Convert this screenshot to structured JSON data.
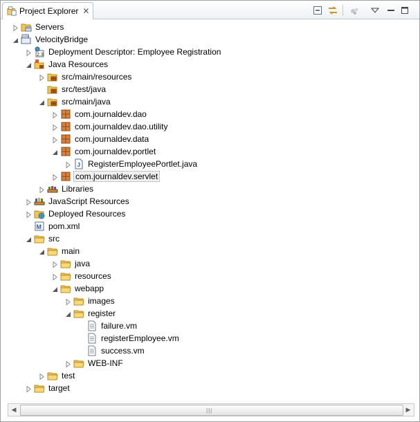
{
  "view": {
    "tab_label": "Project Explorer",
    "toolbar": {
      "collapse_icon": "collapse-all-icon",
      "link_icon": "link-with-editor-icon",
      "menu_icon": "view-menu-icon",
      "minimize_icon": "minimize-icon",
      "maximize_icon": "maximize-icon"
    }
  },
  "tree": [
    {
      "label": "Servers",
      "icon": "server-folder",
      "depth": 0,
      "state": "collapsed"
    },
    {
      "label": "VelocityBridge",
      "icon": "web-project",
      "depth": 0,
      "state": "expanded"
    },
    {
      "label": "Deployment Descriptor: Employee Registration",
      "icon": "deployment-descriptor",
      "depth": 1,
      "state": "collapsed"
    },
    {
      "label": "Java Resources",
      "icon": "java-resources",
      "depth": 1,
      "state": "expanded"
    },
    {
      "label": "src/main/resources",
      "icon": "source-folder",
      "depth": 2,
      "state": "collapsed"
    },
    {
      "label": "src/test/java",
      "icon": "source-folder",
      "depth": 2,
      "state": "none"
    },
    {
      "label": "src/main/java",
      "icon": "source-folder",
      "depth": 2,
      "state": "expanded"
    },
    {
      "label": "com.journaldev.dao",
      "icon": "package",
      "depth": 3,
      "state": "collapsed"
    },
    {
      "label": "com.journaldev.dao.utility",
      "icon": "package",
      "depth": 3,
      "state": "collapsed"
    },
    {
      "label": "com.journaldev.data",
      "icon": "package",
      "depth": 3,
      "state": "collapsed"
    },
    {
      "label": "com.journaldev.portlet",
      "icon": "package",
      "depth": 3,
      "state": "expanded"
    },
    {
      "label": "RegisterEmployeePortlet.java",
      "icon": "java-file",
      "depth": 4,
      "state": "collapsed"
    },
    {
      "label": "com.journaldev.servlet",
      "icon": "package",
      "depth": 3,
      "state": "collapsed",
      "selected": true
    },
    {
      "label": "Libraries",
      "icon": "libraries",
      "depth": 2,
      "state": "collapsed"
    },
    {
      "label": "JavaScript Resources",
      "icon": "javascript-resources",
      "depth": 1,
      "state": "collapsed"
    },
    {
      "label": "Deployed Resources",
      "icon": "deployed-resources",
      "depth": 1,
      "state": "collapsed"
    },
    {
      "label": "pom.xml",
      "icon": "maven-file",
      "depth": 1,
      "state": "none"
    },
    {
      "label": "src",
      "icon": "folder",
      "depth": 1,
      "state": "expanded"
    },
    {
      "label": "main",
      "icon": "folder",
      "depth": 2,
      "state": "expanded"
    },
    {
      "label": "java",
      "icon": "folder",
      "depth": 3,
      "state": "collapsed"
    },
    {
      "label": "resources",
      "icon": "folder",
      "depth": 3,
      "state": "collapsed"
    },
    {
      "label": "webapp",
      "icon": "folder",
      "depth": 3,
      "state": "expanded"
    },
    {
      "label": "images",
      "icon": "folder",
      "depth": 4,
      "state": "collapsed"
    },
    {
      "label": "register",
      "icon": "folder",
      "depth": 4,
      "state": "expanded"
    },
    {
      "label": "failure.vm",
      "icon": "text-file",
      "depth": 5,
      "state": "none"
    },
    {
      "label": "registerEmployee.vm",
      "icon": "text-file",
      "depth": 5,
      "state": "none"
    },
    {
      "label": "success.vm",
      "icon": "text-file",
      "depth": 5,
      "state": "none"
    },
    {
      "label": "WEB-INF",
      "icon": "folder",
      "depth": 4,
      "state": "collapsed"
    },
    {
      "label": "test",
      "icon": "folder",
      "depth": 2,
      "state": "collapsed"
    },
    {
      "label": "target",
      "icon": "folder",
      "depth": 1,
      "state": "collapsed"
    }
  ],
  "colors": {
    "folder": "#e8b84a",
    "package": "#b8642a",
    "selection_bg": "#f0f0f0"
  }
}
